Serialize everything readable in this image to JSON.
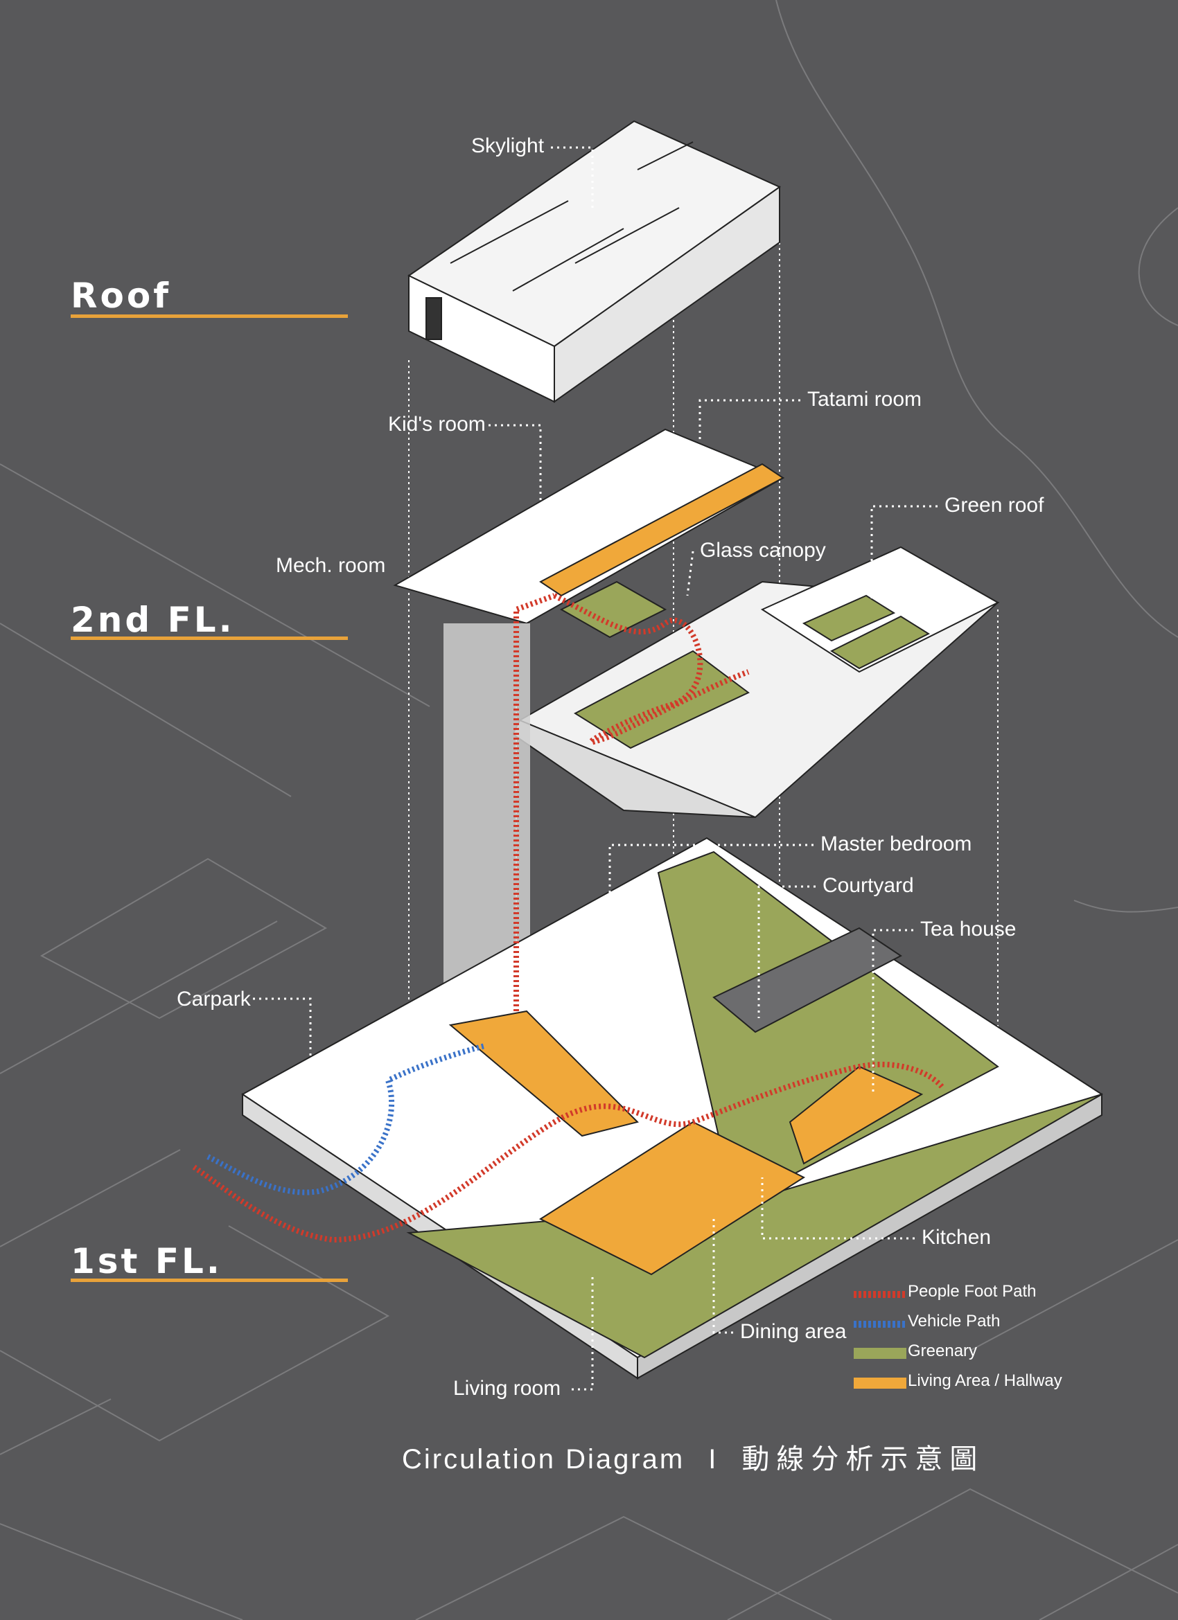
{
  "colors": {
    "background": "#58585a",
    "accent_orange": "#e8a23a",
    "greenery": "#9aa65a",
    "living_area": "#f0a83a",
    "foot_path": "#d23a2a",
    "vehicle_path": "#3a72c8",
    "context_lines": "#7b7b7d"
  },
  "floors": {
    "roof": "Roof",
    "second": "2nd FL.",
    "first": "1st FL."
  },
  "callouts": {
    "skylight": "Skylight",
    "tatami_room": "Tatami room",
    "kids_room": "Kid's room",
    "green_roof": "Green roof",
    "glass_canopy": "Glass canopy",
    "mech_room": "Mech. room",
    "master_bedroom": "Master bedroom",
    "courtyard": "Courtyard",
    "tea_house": "Tea house",
    "carpark": "Carpark",
    "kitchen": "Kitchen",
    "dining_area": "Dining area",
    "living_room": "Living room"
  },
  "legend": [
    {
      "label": "People Foot Path",
      "swatch": "dots-red"
    },
    {
      "label": "Vehicle Path",
      "swatch": "dots-blue"
    },
    {
      "label": "Greenary",
      "swatch": "green"
    },
    {
      "label": "Living Area / Hallway",
      "swatch": "orange"
    }
  ],
  "footer": {
    "title_en": "Circulation Diagram",
    "separator": "I",
    "title_zh": "動線分析示意圖"
  }
}
